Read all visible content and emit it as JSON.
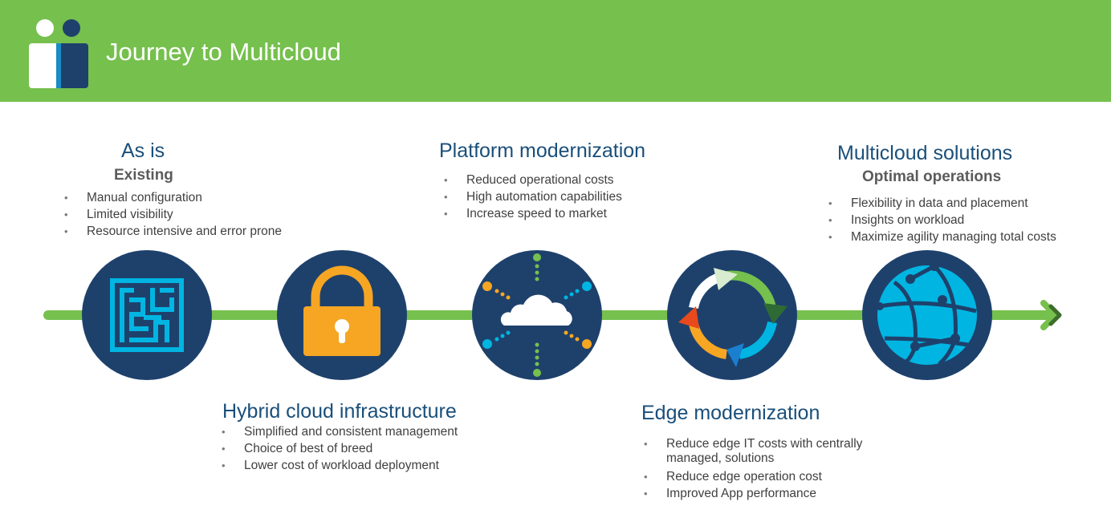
{
  "header": {
    "title": "Journey to Multicloud",
    "logo_icon": "people-icon"
  },
  "colors": {
    "green": "#76c04e",
    "navy": "#1e416c",
    "blue": "#1a4f7a",
    "cyan": "#00b5e2",
    "orange": "#f6a623"
  },
  "stages": [
    {
      "id": "as-is",
      "title": "As is",
      "subtitle": "Existing",
      "icon": "maze-icon",
      "bullets": [
        "Manual configuration",
        "Limited visibility",
        "Resource intensive and error prone"
      ]
    },
    {
      "id": "hybrid",
      "title": "Hybrid cloud infrastructure",
      "icon": "padlock-icon",
      "bullets": [
        "Simplified and consistent management",
        "Choice of best of breed",
        "Lower cost of workload deployment"
      ]
    },
    {
      "id": "platform",
      "title": "Platform modernization",
      "icon": "cloud-network-icon",
      "bullets": [
        "Reduced operational costs",
        "High automation capabilities",
        "Increase speed to market"
      ]
    },
    {
      "id": "edge",
      "title": "Edge modernization",
      "icon": "cycle-arrows-icon",
      "bullets": [
        "Reduce edge IT costs with centrally managed, solutions",
        "Reduce edge operation cost",
        "Improved App performance"
      ]
    },
    {
      "id": "multicloud",
      "title": "Multicloud solutions",
      "subtitle": "Optimal operations",
      "icon": "globe-network-icon",
      "bullets": [
        "Flexibility in data and placement",
        "Insights on workload",
        "Maximize agility managing total costs"
      ]
    }
  ]
}
